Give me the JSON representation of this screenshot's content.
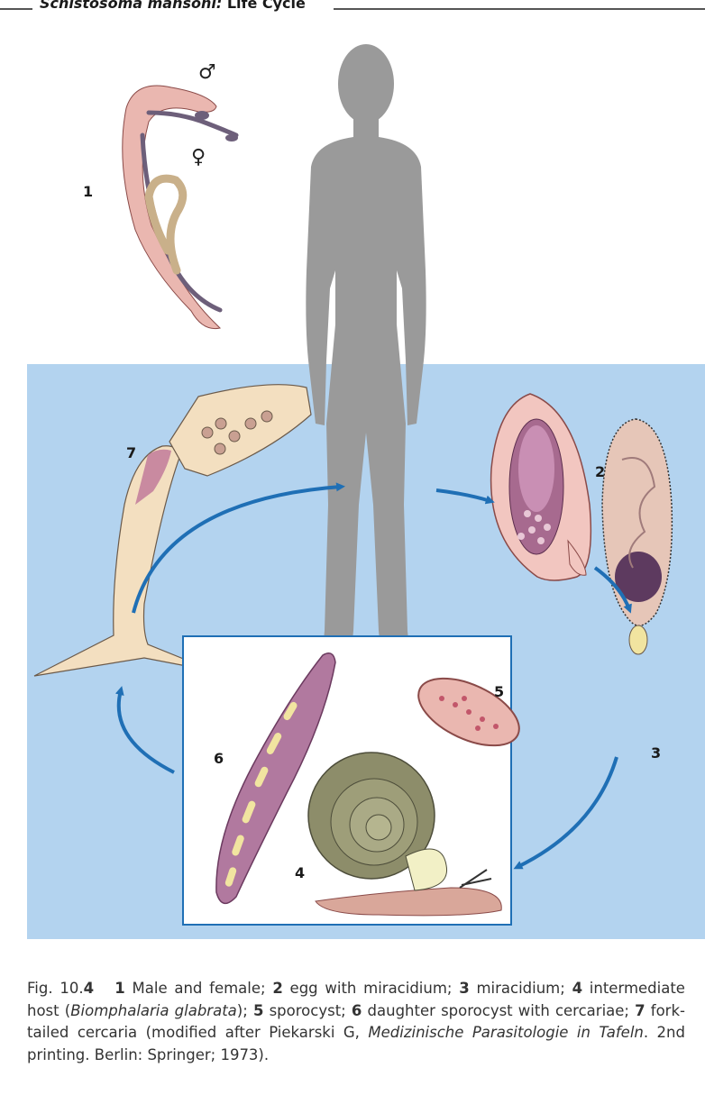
{
  "header": {
    "title_italic": "Schistosoma mansoni:",
    "title_rest": " Life Cycle"
  },
  "symbols": {
    "male": "♂",
    "female": "♀"
  },
  "labels": [
    "1",
    "2",
    "3",
    "4",
    "5",
    "6",
    "7"
  ],
  "caption": {
    "fig": "Fig. 10.",
    "fig_num": "4",
    "n1": "1",
    "t1": " Male and female; ",
    "n2": "2",
    "t2": " egg with miracidium; ",
    "n3": "3",
    "t3": " miracidium; ",
    "n4": "4",
    "t4a": " intermediate host (",
    "t4_italic": "Biomphalaria glabrata",
    "t4b": "); ",
    "n5": "5",
    "t5": " sporocyst; ",
    "n6": "6",
    "t6": " daughter sporocyst with cercariae; ",
    "n7": "7",
    "t7a": " fork-tailed cercaria (modified after Piekarski G, ",
    "t7_italic": "Medizinische Parasitologie in Tafeln",
    "t7b": ". 2nd printing. Berlin: Springer; 1973)."
  },
  "colors": {
    "water": "#b3d3ef",
    "human": "#9a9a9a",
    "arrow": "#1f6fb5",
    "worm_pink": "#eab7b0",
    "egg_pink": "#f2c6c0",
    "sporocyst_purple": "#a76a8f",
    "snail_shell": "#8d8d6a"
  }
}
